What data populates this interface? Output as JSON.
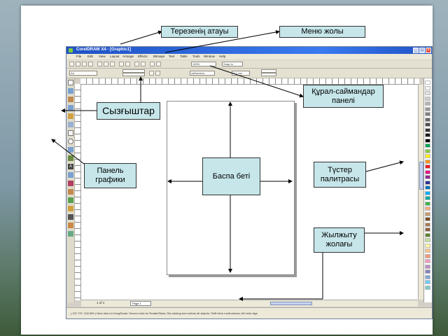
{
  "app": {
    "title": "CorelDRAW X4 - [Graphic1]",
    "menu": [
      "File",
      "Edit",
      "View",
      "Layout",
      "Arrange",
      "Effects",
      "Bitmaps",
      "Text",
      "Table",
      "Tools",
      "Window",
      "Help"
    ],
    "zoom": "100%",
    "snap": "Snap to",
    "page_size": "A4",
    "units": "millimeters",
    "nudge": "0,1 mm",
    "page_tab": "Page 1",
    "page_nav": "1 of 1",
    "status": "( 237,797; 332,690 )  Next click for Drag/Scale; Second click for Rotate/Skew; Dbl-clicking tool selects all objects; Shift+click multi-selects; Alt+click digs"
  },
  "callouts": {
    "window_title": "Терезенің атауы",
    "menu_bar": "Меню жолы",
    "toolbars": "Құрал-саймандар панелі",
    "rulers": "Сызғыштар",
    "graphics_panel": "Панель графики",
    "print_page": "Баспа беті",
    "color_palette": "Түстер палитрасы",
    "scrollbar": "Жылжыту жолағы"
  },
  "palette_colors": [
    "#ffffff",
    "#f2f2f2",
    "#e0e0e0",
    "#cccccc",
    "#b3b3b3",
    "#999999",
    "#808080",
    "#666666",
    "#4d4d4d",
    "#333333",
    "#1a1a1a",
    "#000000",
    "#00a651",
    "#8dc63f",
    "#fff200",
    "#f7941d",
    "#ed1c24",
    "#ec008c",
    "#92278f",
    "#2e3192",
    "#0072bc",
    "#00aeef",
    "#00a99d",
    "#39b54a",
    "#f9ad81",
    "#c69c6d",
    "#754c24",
    "#a67c52",
    "#8b5e3c",
    "#598527",
    "#c4df9b",
    "#fff799",
    "#fdc68a",
    "#f69679",
    "#f49ac1",
    "#bd8cbf",
    "#8781bd",
    "#7da7d9",
    "#6dcff6",
    "#7accc8"
  ]
}
